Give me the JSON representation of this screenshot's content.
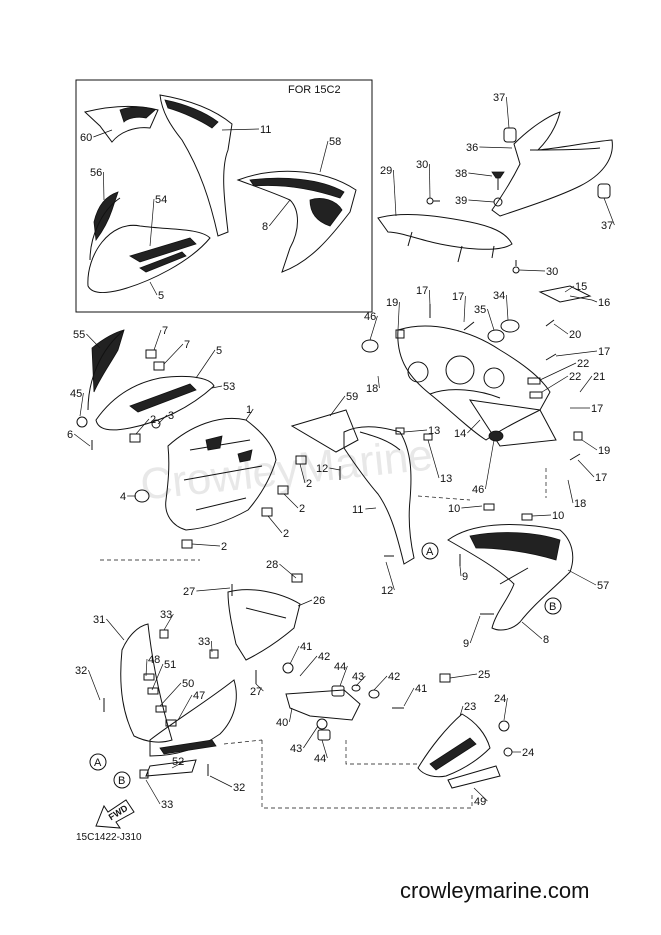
{
  "watermark": "CrowleyMarine",
  "group_label": "FOR 15C2",
  "diagram_code": "15C1422-J310",
  "footer_brand": "crowleymarine.com",
  "fwd_label": "FWD",
  "ref_markers": [
    "A",
    "B"
  ],
  "callouts": [
    {
      "id": "c37a",
      "text": "37"
    },
    {
      "id": "c36",
      "text": "36"
    },
    {
      "id": "c38",
      "text": "38"
    },
    {
      "id": "c39",
      "text": "39"
    },
    {
      "id": "c37b",
      "text": "37"
    },
    {
      "id": "c30a",
      "text": "30"
    },
    {
      "id": "c29",
      "text": "29"
    },
    {
      "id": "c30b",
      "text": "30"
    },
    {
      "id": "c60",
      "text": "60"
    },
    {
      "id": "c11a",
      "text": "11"
    },
    {
      "id": "c58",
      "text": "58"
    },
    {
      "id": "c56",
      "text": "56"
    },
    {
      "id": "c54",
      "text": "54"
    },
    {
      "id": "c8a",
      "text": "8"
    },
    {
      "id": "c5a",
      "text": "5"
    },
    {
      "id": "c15",
      "text": "15"
    },
    {
      "id": "c16",
      "text": "16"
    },
    {
      "id": "c17a",
      "text": "17"
    },
    {
      "id": "c17b",
      "text": "17"
    },
    {
      "id": "c34",
      "text": "34"
    },
    {
      "id": "c19a",
      "text": "19"
    },
    {
      "id": "c35",
      "text": "35"
    },
    {
      "id": "c20",
      "text": "20"
    },
    {
      "id": "c46a",
      "text": "46"
    },
    {
      "id": "c17c",
      "text": "17"
    },
    {
      "id": "c22a",
      "text": "22"
    },
    {
      "id": "c22b",
      "text": "22"
    },
    {
      "id": "c21",
      "text": "21"
    },
    {
      "id": "c18a",
      "text": "18"
    },
    {
      "id": "c17d",
      "text": "17"
    },
    {
      "id": "c55",
      "text": "55"
    },
    {
      "id": "c7a",
      "text": "7"
    },
    {
      "id": "c7b",
      "text": "7"
    },
    {
      "id": "c5b",
      "text": "5"
    },
    {
      "id": "c53",
      "text": "53"
    },
    {
      "id": "c45",
      "text": "45"
    },
    {
      "id": "c2a",
      "text": "2"
    },
    {
      "id": "c3",
      "text": "3"
    },
    {
      "id": "c1",
      "text": "1"
    },
    {
      "id": "c6",
      "text": "6"
    },
    {
      "id": "c59",
      "text": "59"
    },
    {
      "id": "c13a",
      "text": "13"
    },
    {
      "id": "c14",
      "text": "14"
    },
    {
      "id": "c13b",
      "text": "13"
    },
    {
      "id": "c19b",
      "text": "19"
    },
    {
      "id": "c17e",
      "text": "17"
    },
    {
      "id": "c46b",
      "text": "46"
    },
    {
      "id": "c18b",
      "text": "18"
    },
    {
      "id": "c12a",
      "text": "12"
    },
    {
      "id": "c2b",
      "text": "2"
    },
    {
      "id": "c2c",
      "text": "2"
    },
    {
      "id": "c4",
      "text": "4"
    },
    {
      "id": "c2d",
      "text": "2"
    },
    {
      "id": "c2e",
      "text": "2"
    },
    {
      "id": "c11b",
      "text": "11"
    },
    {
      "id": "c10a",
      "text": "10"
    },
    {
      "id": "c10b",
      "text": "10"
    },
    {
      "id": "c12b",
      "text": "12"
    },
    {
      "id": "c9a",
      "text": "9"
    },
    {
      "id": "c57",
      "text": "57"
    },
    {
      "id": "c9b",
      "text": "9"
    },
    {
      "id": "c8b",
      "text": "8"
    },
    {
      "id": "c28",
      "text": "28"
    },
    {
      "id": "c27a",
      "text": "27"
    },
    {
      "id": "c26",
      "text": "26"
    },
    {
      "id": "c31",
      "text": "31"
    },
    {
      "id": "c33a",
      "text": "33"
    },
    {
      "id": "c33b",
      "text": "33"
    },
    {
      "id": "c48",
      "text": "48"
    },
    {
      "id": "c41a",
      "text": "41"
    },
    {
      "id": "c42a",
      "text": "42"
    },
    {
      "id": "c51",
      "text": "51"
    },
    {
      "id": "c44a",
      "text": "44"
    },
    {
      "id": "c32a",
      "text": "32"
    },
    {
      "id": "c50",
      "text": "50"
    },
    {
      "id": "c27b",
      "text": "27"
    },
    {
      "id": "c43a",
      "text": "43"
    },
    {
      "id": "c42b",
      "text": "42"
    },
    {
      "id": "c25",
      "text": "25"
    },
    {
      "id": "c47",
      "text": "47"
    },
    {
      "id": "c41b",
      "text": "41"
    },
    {
      "id": "c40",
      "text": "40"
    },
    {
      "id": "c23",
      "text": "23"
    },
    {
      "id": "c24a",
      "text": "24"
    },
    {
      "id": "c43b",
      "text": "43"
    },
    {
      "id": "c44b",
      "text": "44"
    },
    {
      "id": "c24b",
      "text": "24"
    },
    {
      "id": "c52",
      "text": "52"
    },
    {
      "id": "c32b",
      "text": "32"
    },
    {
      "id": "c33c",
      "text": "33"
    },
    {
      "id": "c49",
      "text": "49"
    }
  ]
}
